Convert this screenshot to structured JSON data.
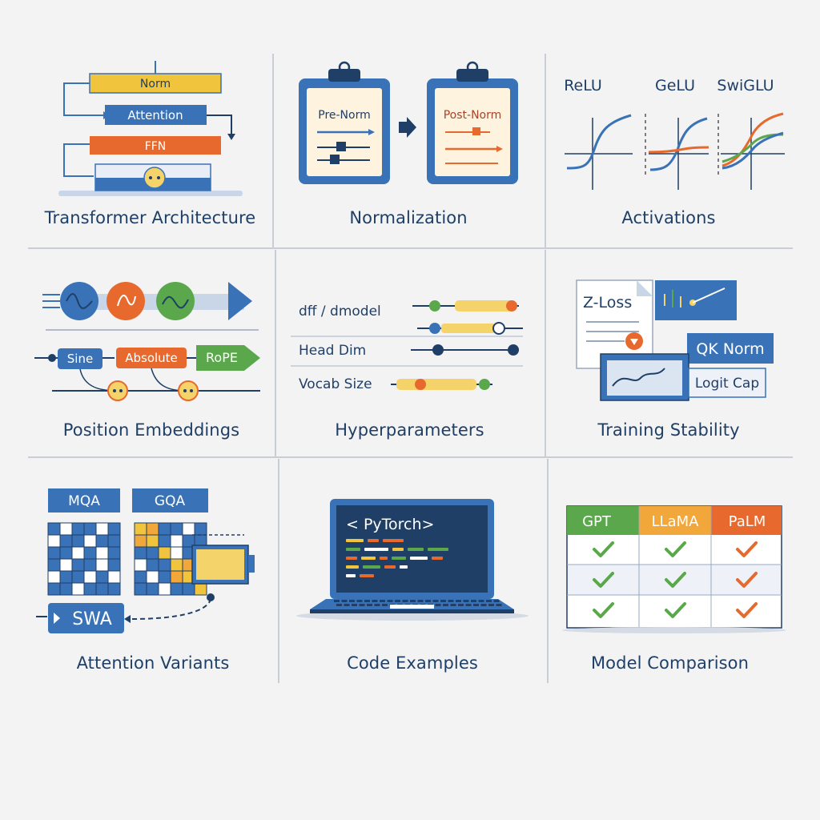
{
  "captions": {
    "transformer": "Transformer Architecture",
    "normalization": "Normalization",
    "activations": "Activations",
    "position": "Position Embeddings",
    "hyperparameters": "Hyperparameters",
    "stability": "Training Stability",
    "attention": "Attention Variants",
    "code": "Code Examples",
    "comparison": "Model Comparison"
  },
  "transformer": {
    "norm": "Norm",
    "attention": "Attention",
    "ffn": "FFN"
  },
  "normalization": {
    "pre": "Pre-Norm",
    "post": "Post-Norm"
  },
  "activations": {
    "relu": "ReLU",
    "gelu": "GeLU",
    "swiglu": "SwiGLU"
  },
  "position": {
    "sine": "Sine",
    "absolute": "Absolute",
    "rope": "RoPE"
  },
  "hyperparameters": {
    "dff": "dff / dmodel",
    "head_dim": "Head Dim",
    "vocab": "Vocab Size"
  },
  "stability": {
    "zloss": "Z-Loss",
    "qknorm": "QK Norm",
    "logitcap": "Logit Cap"
  },
  "attention": {
    "mqa": "MQA",
    "gqa": "GQA",
    "swa": "SWA"
  },
  "code": {
    "pytorch": "< PyTorch>"
  },
  "comparison": {
    "gpt": "GPT",
    "llama": "LLaMA",
    "palm": "PaLM"
  },
  "colors": {
    "blue": "#3a72b8",
    "yellow": "#f0c43c",
    "orange": "#e8692d",
    "green": "#5aa84b",
    "navy": "#1f3f66"
  }
}
